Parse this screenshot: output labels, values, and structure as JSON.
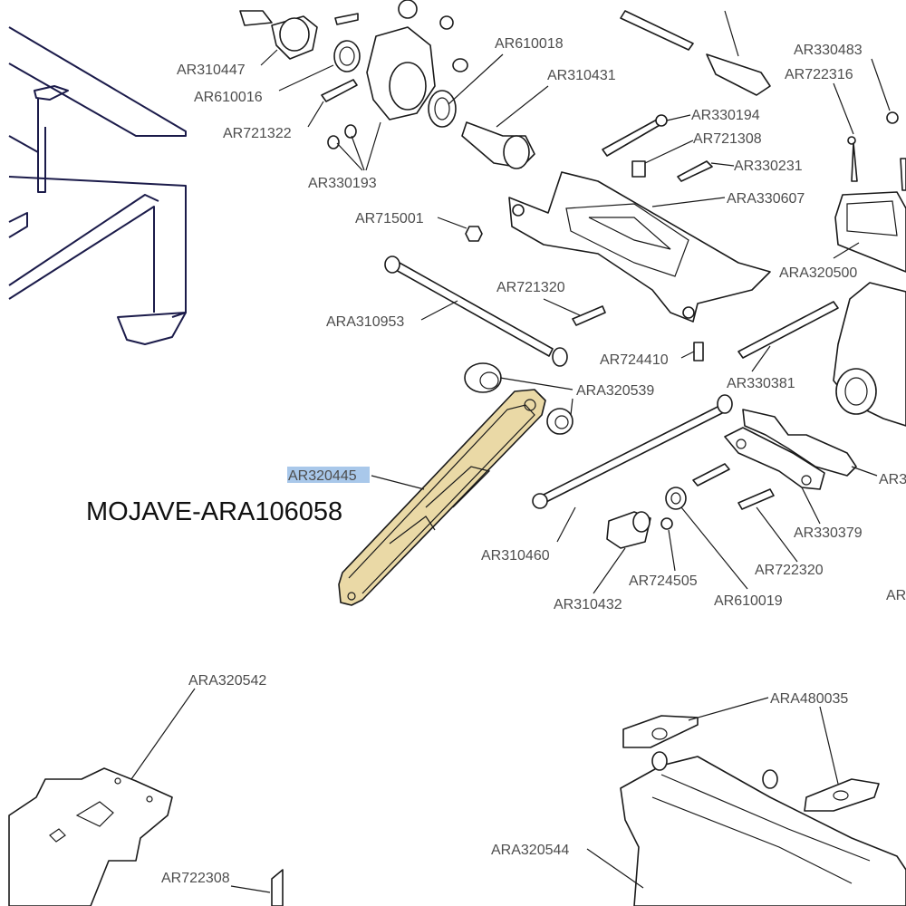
{
  "title": "MOJAVE-ARA106058",
  "highlight_color": "#a9c8ea",
  "highlighted_part_color": "#ead9a6",
  "labels": {
    "ar310447": "AR310447",
    "ar610016": "AR610016",
    "ar721322": "AR721322",
    "ar330193": "AR330193",
    "ar610018": "AR610018",
    "ar310431": "AR310431",
    "ar330483": "AR330483",
    "ar722316": "AR722316",
    "ar330194": "AR330194",
    "ar721308": "AR721308",
    "ar330231": "AR330231",
    "ara330607": "ARA330607",
    "ar715001": "AR715001",
    "ara320500": "ARA320500",
    "ar721320": "AR721320",
    "ara310953": "ARA310953",
    "ar724410": "AR724410",
    "ar330381": "AR330381",
    "ara320539": "ARA320539",
    "ar320445": "AR320445",
    "ar3_partial": "AR3",
    "ar310460": "AR310460",
    "ar330379": "AR330379",
    "ar724505": "AR724505",
    "ar722320": "AR722320",
    "ar310432": "AR310432",
    "ar610019": "AR610019",
    "ar_partial": "AR",
    "ara320542": "ARA320542",
    "ara480035": "ARA480035",
    "ara320544": "ARA320544",
    "ar722308": "AR722308"
  }
}
